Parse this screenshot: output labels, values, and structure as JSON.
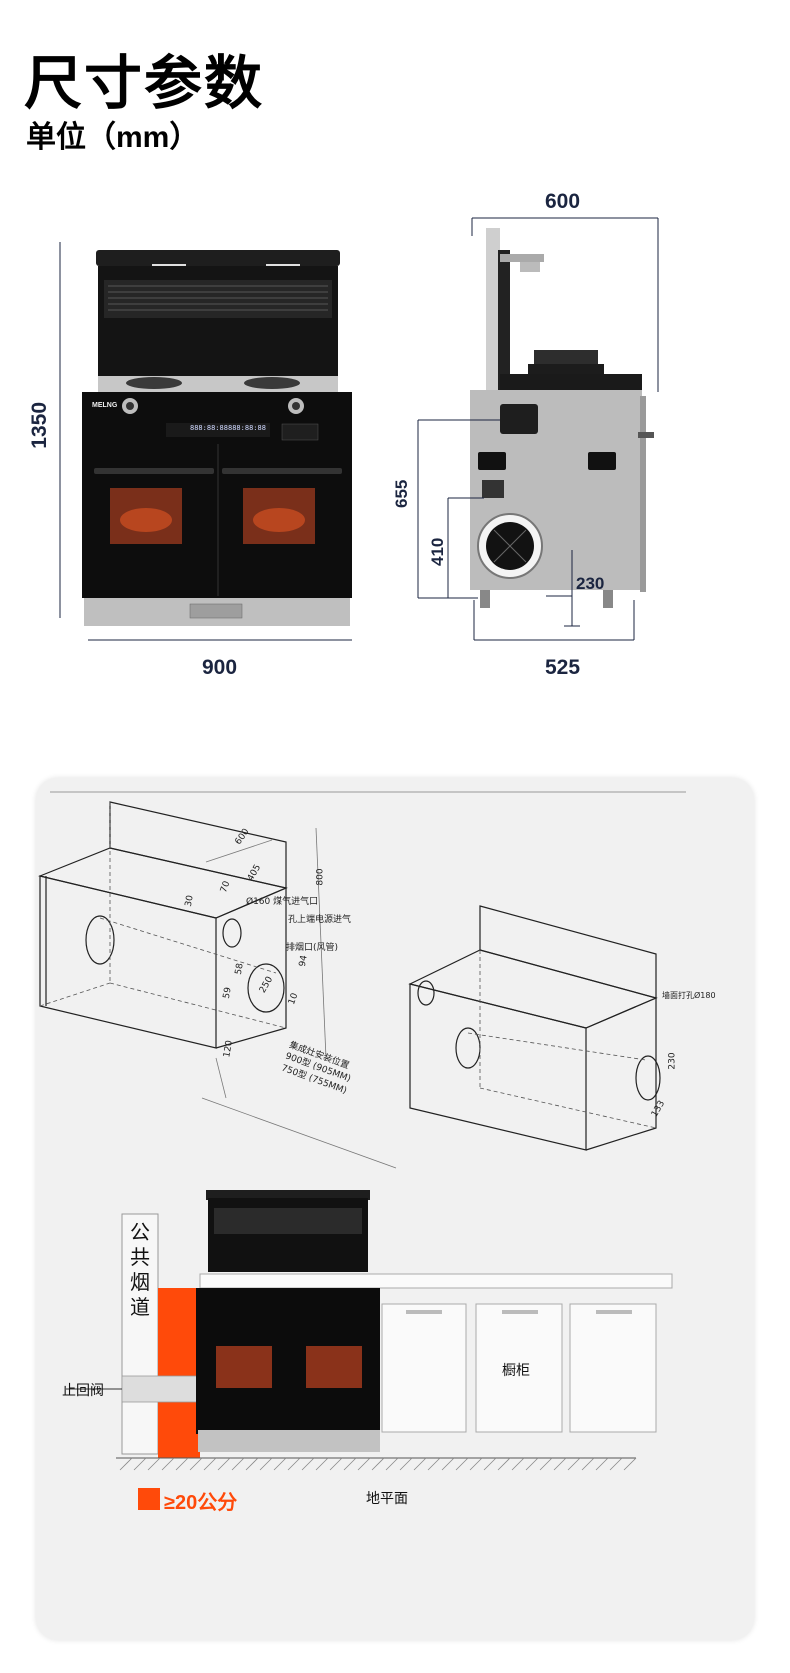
{
  "header": {
    "title": "尺寸参数",
    "unit": "单位（mm）"
  },
  "front_view": {
    "height": "1350",
    "width": "900",
    "brand": "MELNG",
    "display_left": "888:88:88",
    "display_right": "888:88:88"
  },
  "side_view": {
    "depth_top": "600",
    "depth_bottom": "525",
    "height_655": "655",
    "height_410": "410",
    "dim_230": "230"
  },
  "install_drawing": {
    "labels": {
      "d600": "600",
      "d405": "405",
      "d800": "800",
      "d70": "70",
      "hole160": "Ø160 煤气进气口",
      "line_text": "孔上端电源进气",
      "exhaust": "排烟口(风管)",
      "d94": "94",
      "d58": "58",
      "d59": "59",
      "d250": "250",
      "d10": "10",
      "d120": "120",
      "d30": "30",
      "install_pos": "集成灶安装位置",
      "model900": "900型 (905MM)",
      "model750": "750型 (755MM)",
      "wall_hole": "墙面打孔Ø180",
      "d230": "230",
      "d133": "133"
    }
  },
  "scene": {
    "flue": "公共烟道",
    "check_valve": "止回阀",
    "cabinet": "橱柜",
    "floor": "地平面",
    "legend": "≥20公分"
  },
  "colors": {
    "accent": "#ff4a0a",
    "dim_text": "#1b2540",
    "panel_bg": "#f1f1f1"
  }
}
